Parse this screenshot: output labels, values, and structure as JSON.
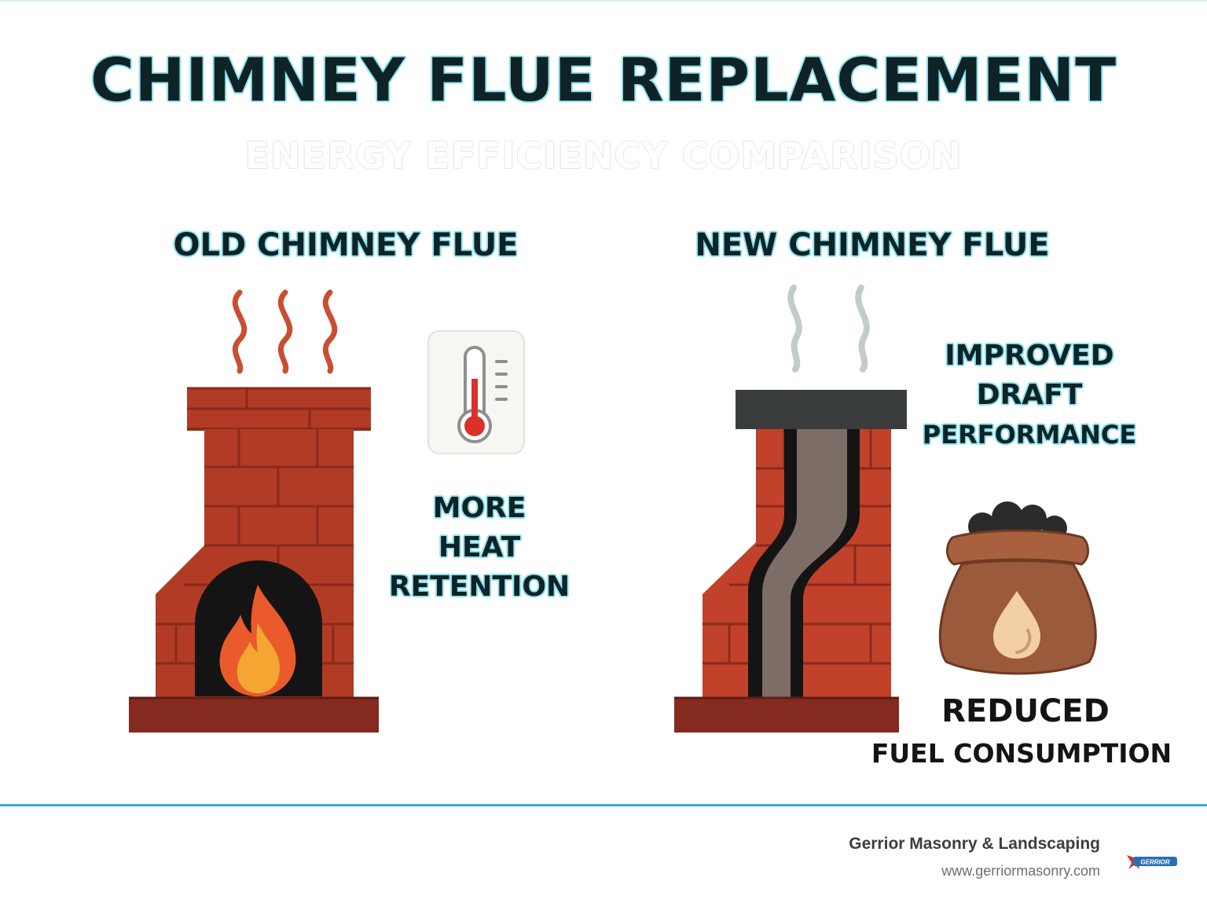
{
  "header": {
    "title": "CHIMNEY FLUE REPLACEMENT",
    "subtitle": "ENERGY EFFICIENCY COMPARISON"
  },
  "old_flue": {
    "heading": "OLD CHIMNEY FLUE",
    "benefit_line1": "MORE",
    "benefit_line2": "HEAT",
    "benefit_line3": "RETENTION"
  },
  "new_flue": {
    "heading": "NEW CHIMNEY FLUE",
    "draft_line1": "IMPROVED",
    "draft_line2": "DRAFT",
    "draft_line3": "PERFORMANCE",
    "fuel_line1": "REDUCED",
    "fuel_line2": "FUEL CONSUMPTION"
  },
  "footer": {
    "company": "Gerrior Masonry & Landscaping",
    "url": "www.gerriormasonry.com",
    "logo_text": "GERRIOR"
  },
  "icons": {
    "old_smoke": "smoke-icon",
    "new_smoke": "smoke-icon",
    "thermometer": "thermometer-icon",
    "fuel_bag": "fuel-bag-icon",
    "fire": "fire-icon"
  },
  "colors": {
    "brick": "#b13b25",
    "brick_dark": "#852a1f",
    "mortar": "#8a2a1c",
    "title_outline": "#8fe3ef",
    "title_text": "#0f2327",
    "accent_rule": "#3aa9d6",
    "flue_liner": "#7c6d66",
    "flue_cap": "#3a3d3d",
    "bag": "#9a5a3b"
  }
}
